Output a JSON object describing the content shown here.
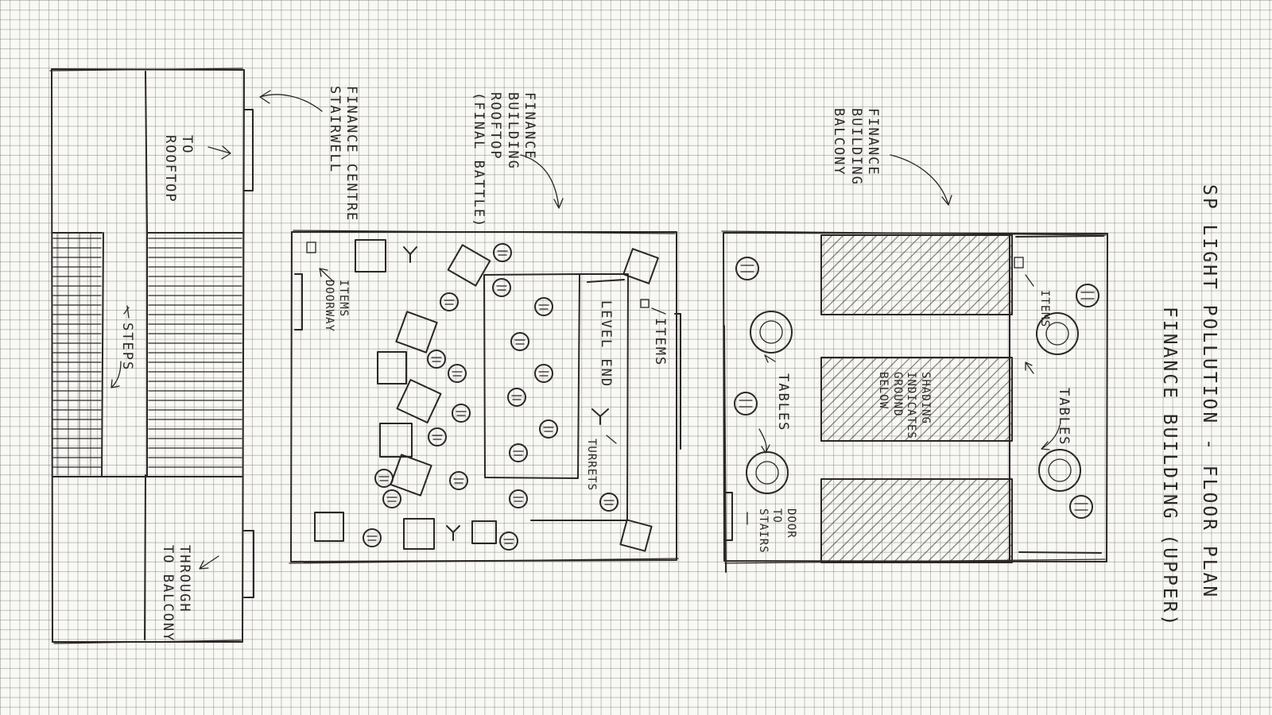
{
  "title": {
    "line1": "SP LIGHT POLLUTION - FLOOR PLAN",
    "line2": "FINANCE BUILDING (UPPER)"
  },
  "stairwell": {
    "name": [
      "FINANCE CENTRE",
      "STAIRWELL"
    ],
    "to_rooftop": [
      "TO",
      "ROOFTOP"
    ],
    "steps": "STEPS",
    "through_to_balcony": [
      "THROUGH",
      "TO BALCONY"
    ]
  },
  "rooftop": {
    "name": [
      "FINANCE",
      "BUILDING",
      "ROOFTOP",
      "(FINAL BATTLE)"
    ],
    "items_doorway": [
      "ITEMS",
      "DOORWAY"
    ],
    "level_end": "LEVEL END",
    "items": "ITEMS",
    "turrets": "TURRETS"
  },
  "balcony": {
    "name": [
      "FINANCE",
      "BUILDING",
      "BALCONY"
    ],
    "tables_left": "TABLES",
    "door_to_stairs": [
      "DOOR",
      "TO",
      "STAIRS"
    ],
    "shading_note": [
      "SHADING",
      "INDICATES",
      "GROUND",
      "BELOW"
    ],
    "items": "ITEMS",
    "tables_right": "TABLES"
  },
  "colors": {
    "ink": "#2b2727",
    "paper": "#f8f8f5",
    "grid": "#8a8a8a"
  }
}
